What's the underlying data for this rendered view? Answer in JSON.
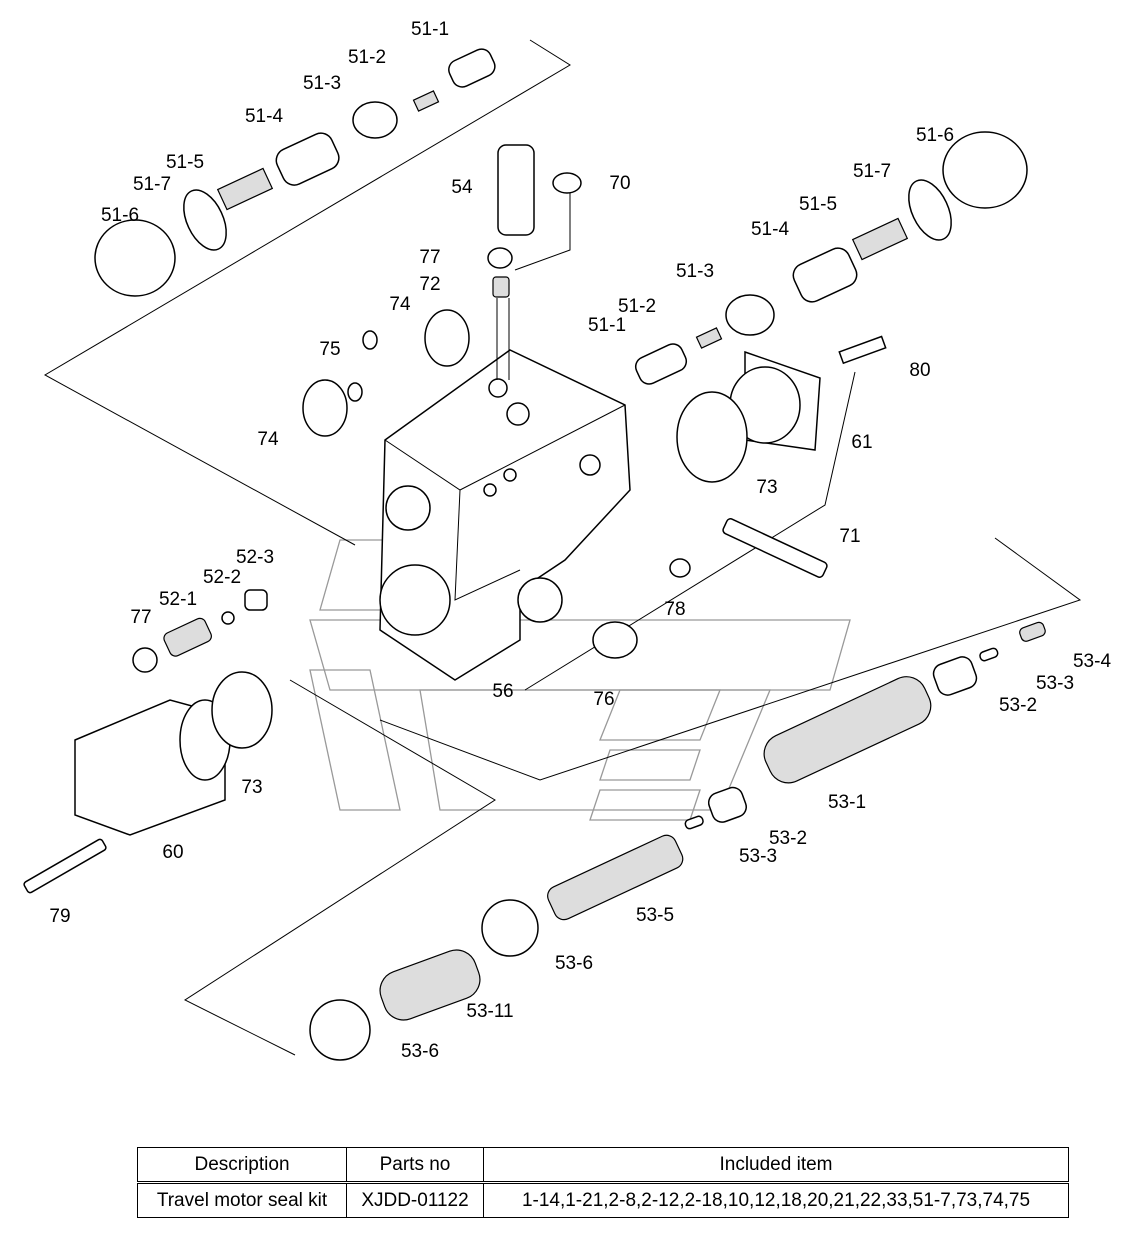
{
  "diagram": {
    "labels": [
      "51-1",
      "51-2",
      "51-3",
      "51-4",
      "51-5",
      "51-7",
      "51-6",
      "54",
      "70",
      "77",
      "72",
      "74",
      "75",
      "74",
      "51-6",
      "51-7",
      "51-5",
      "51-4",
      "51-3",
      "51-2",
      "51-1",
      "80",
      "61",
      "73",
      "71",
      "78",
      "52-3",
      "52-2",
      "52-1",
      "77",
      "56",
      "76",
      "53-4",
      "53-3",
      "53-2",
      "73",
      "53-1",
      "53-2",
      "53-3",
      "60",
      "79",
      "53-5",
      "53-6",
      "53-11",
      "53-6"
    ]
  },
  "table": {
    "headers": [
      "Description",
      "Parts no",
      "Included item"
    ],
    "rows": [
      {
        "description": "Travel motor seal kit",
        "parts_no": "XJDD-01122",
        "included": "1-14,1-21,2-8,2-12,2-18,10,12,18,20,21,22,33,51-7,73,74,75"
      }
    ]
  }
}
